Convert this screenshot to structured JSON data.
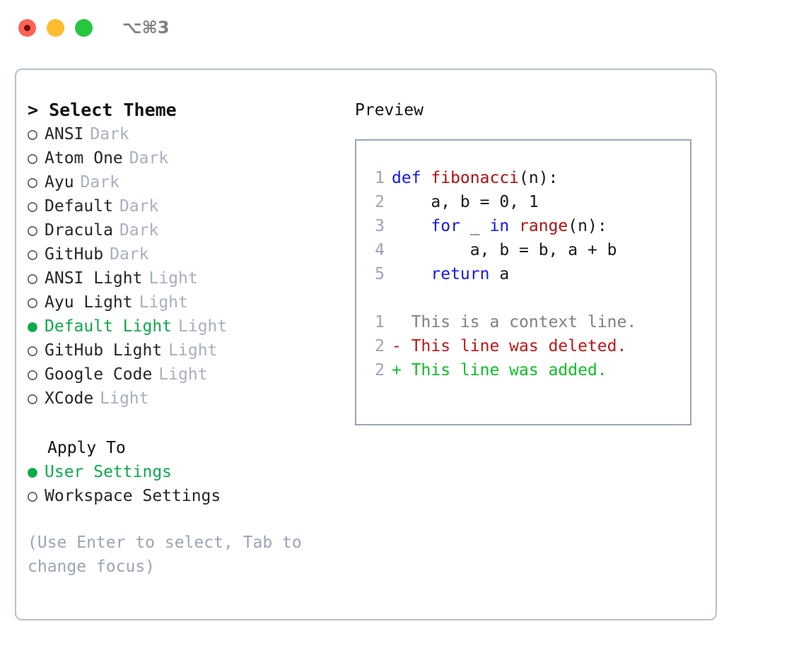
{
  "titlebar": {
    "shortcut": "⌥⌘3",
    "lights": [
      {
        "name": "close-button",
        "color": "#fd6159"
      },
      {
        "name": "minimize-button",
        "color": "#febc2e"
      },
      {
        "name": "maximize-button",
        "color": "#27c63f"
      }
    ]
  },
  "theme_picker": {
    "title": "> Select Theme",
    "items": [
      {
        "bullet": "○",
        "name": "ANSI",
        "category": "Dark",
        "selected": false
      },
      {
        "bullet": "○",
        "name": "Atom One",
        "category": "Dark",
        "selected": false
      },
      {
        "bullet": "○",
        "name": "Ayu",
        "category": "Dark",
        "selected": false
      },
      {
        "bullet": "○",
        "name": "Default",
        "category": "Dark",
        "selected": false
      },
      {
        "bullet": "○",
        "name": "Dracula",
        "category": "Dark",
        "selected": false
      },
      {
        "bullet": "○",
        "name": "GitHub",
        "category": "Dark",
        "selected": false
      },
      {
        "bullet": "○",
        "name": "ANSI Light",
        "category": "Light",
        "selected": false
      },
      {
        "bullet": "○",
        "name": "Ayu Light",
        "category": "Light",
        "selected": false
      },
      {
        "bullet": "●",
        "name": "Default Light",
        "category": "Light",
        "selected": true
      },
      {
        "bullet": "○",
        "name": "GitHub Light",
        "category": "Light",
        "selected": false
      },
      {
        "bullet": "○",
        "name": "Google Code",
        "category": "Light",
        "selected": false
      },
      {
        "bullet": "○",
        "name": "XCode",
        "category": "Light",
        "selected": false
      }
    ]
  },
  "apply_to": {
    "heading": "Apply To",
    "options": [
      {
        "bullet": "●",
        "label": "User Settings",
        "selected": true
      },
      {
        "bullet": "○",
        "label": "Workspace Settings",
        "selected": false
      }
    ]
  },
  "hint": "(Use Enter to select, Tab to change focus)",
  "preview": {
    "title": "Preview",
    "code_lines": [
      {
        "lineno": "1",
        "tokens": [
          {
            "text": "def ",
            "type": "kw"
          },
          {
            "text": "fibonacci",
            "type": "fn"
          },
          {
            "text": "(n):",
            "type": "plain"
          }
        ]
      },
      {
        "lineno": "2",
        "tokens": [
          {
            "text": "    a, b = 0, 1",
            "type": "plain"
          }
        ]
      },
      {
        "lineno": "3",
        "tokens": [
          {
            "text": "    ",
            "type": "plain"
          },
          {
            "text": "for",
            "type": "kw"
          },
          {
            "text": " _ ",
            "type": "plain"
          },
          {
            "text": "in",
            "type": "kw"
          },
          {
            "text": " ",
            "type": "plain"
          },
          {
            "text": "range",
            "type": "fn"
          },
          {
            "text": "(n):",
            "type": "plain"
          }
        ]
      },
      {
        "lineno": "4",
        "tokens": [
          {
            "text": "        a, b = b, a + b",
            "type": "plain"
          }
        ]
      },
      {
        "lineno": "5",
        "tokens": [
          {
            "text": "    ",
            "type": "plain"
          },
          {
            "text": "return",
            "type": "kw"
          },
          {
            "text": " a",
            "type": "plain"
          }
        ]
      }
    ],
    "diff_lines": [
      {
        "lineno": "1",
        "marker": "  ",
        "text": "This is a context line.",
        "type": "ctx"
      },
      {
        "lineno": "2",
        "marker": "- ",
        "text": "This line was deleted.",
        "type": "del"
      },
      {
        "lineno": "2",
        "marker": "+ ",
        "text": "This line was added.",
        "type": "add"
      }
    ]
  },
  "colors": {
    "accent_green": "#0bab4a",
    "muted": "#a8b0bd",
    "hint": "#9aa5b4",
    "keyword": "#1418f0",
    "function": "#b01010",
    "diff_added": "#0ac026",
    "diff_deleted": "#c01616",
    "border": "#b7c0cc"
  }
}
